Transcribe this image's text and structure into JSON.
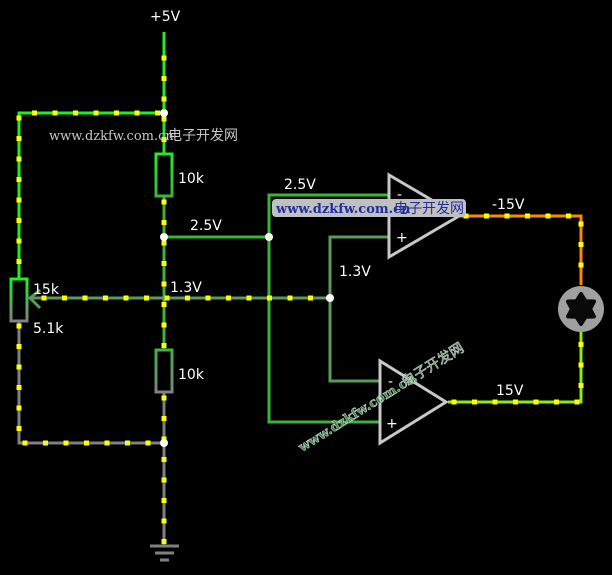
{
  "colors": {
    "background": "#000000",
    "wire_high": "#22ee22",
    "wire_mid": "#3cb43c",
    "wire_low": "#5a9a5a",
    "wire_ground": "#808080",
    "wire_neg": "#ff8800",
    "wire_pos_out": "#88ee11",
    "current_dot": "#ffff00",
    "node": "#ffffff",
    "opamp": "#c8c8c8",
    "motor_body": "#a0a0a0"
  },
  "labels": {
    "supply": "+5V",
    "r_top": "10k",
    "r_bottom": "10k",
    "pot_top": "15k",
    "pot_bottom": "5.1k",
    "v_ref_mid": "2.5V",
    "v_ref_upper": "2.5V",
    "v_wiper": "1.3V",
    "v_wiper_right": "1.3V",
    "v_out_top": "-15V",
    "v_out_bottom": "15V",
    "opamp1_minus": "-",
    "opamp1_plus": "+",
    "opamp2_minus": "-",
    "opamp2_plus": "+"
  },
  "watermarks": {
    "url": "www.dzkfw.com.cn",
    "cn": "电子开发网"
  }
}
